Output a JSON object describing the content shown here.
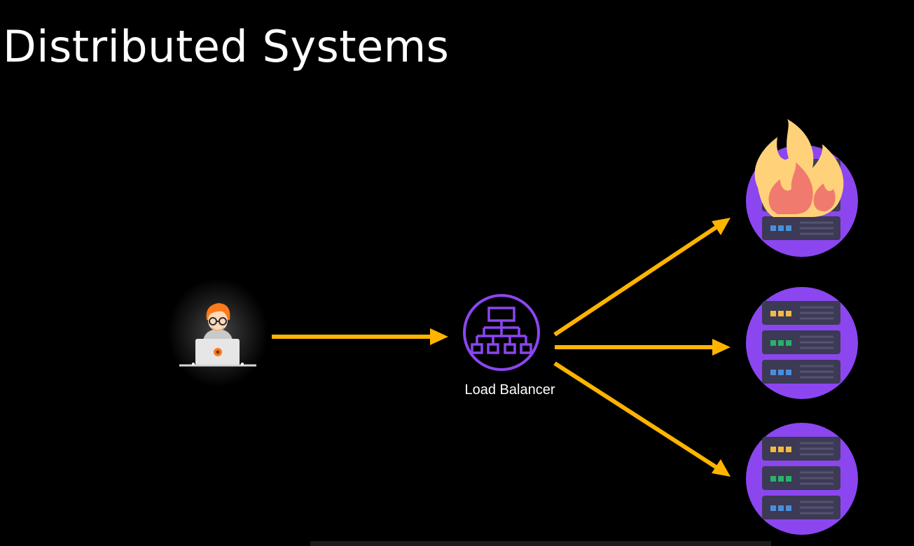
{
  "slide": {
    "title": "Distributed Systems"
  },
  "load_balancer": {
    "label": "Load Balancer"
  },
  "colors": {
    "background": "#000000",
    "arrow": "#FFB400",
    "accent_purple": "#8B46F0",
    "server_body": "#3C3A55",
    "led_yellow": "#F5B942",
    "led_green": "#27B36A",
    "led_blue": "#4A8DDB",
    "fire_outer": "#FFD27A",
    "fire_inner": "#F07A6E"
  },
  "diagram": {
    "nodes": [
      {
        "id": "client",
        "icon": "developer-laptop-icon"
      },
      {
        "id": "load-balancer",
        "icon": "hierarchy-network-icon"
      },
      {
        "id": "server-1",
        "icon": "server-rack-icon",
        "status": "on-fire"
      },
      {
        "id": "server-2",
        "icon": "server-rack-icon"
      },
      {
        "id": "server-3",
        "icon": "server-rack-icon"
      }
    ],
    "edges": [
      {
        "from": "client",
        "to": "load-balancer"
      },
      {
        "from": "load-balancer",
        "to": "server-1"
      },
      {
        "from": "load-balancer",
        "to": "server-2"
      },
      {
        "from": "load-balancer",
        "to": "server-3"
      }
    ]
  }
}
